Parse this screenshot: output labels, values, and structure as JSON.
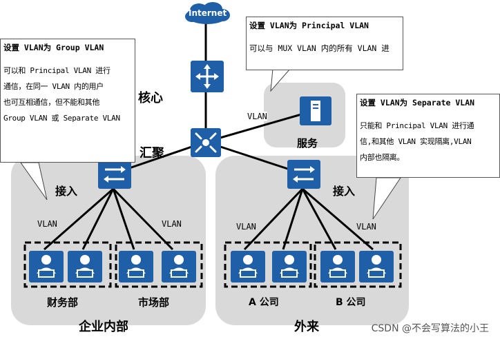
{
  "cloud": {
    "label": "Internet"
  },
  "tiers": {
    "core": "核心",
    "aggregation": "汇聚",
    "access_left": "接入",
    "access_right": "接入"
  },
  "service": {
    "label": "服务",
    "link": "VLAN"
  },
  "vlan_label": "VLAN",
  "groups": {
    "finance": "财务部",
    "market": "市场部",
    "company_a": "A 公司",
    "company_b": "B 公司"
  },
  "regions": {
    "internal": "企业内部",
    "external": "外来"
  },
  "callouts": {
    "principal": {
      "title": "设置 VLAN为 Principal VLAN",
      "body": "可以与 MUX VLAN 内的所有 VLAN 进"
    },
    "group": {
      "title": "设置 VLAN为 Group VLAN",
      "body": "可以和 Principal VLAN 进行\n通信，在同一 VLAN 内的用户\n也可互相通信，但不能和其他\nGroup VLAN 或 Separate VLAN"
    },
    "separate": {
      "title": "设置 VLAN为 Separate VLAN",
      "body": "只能和 Principal VLAN 进行通\n信,和其他 VLAN 实现隔离,VLAN\n内部也隔离。"
    }
  },
  "watermark": "CSDN @不会写算法的小王",
  "colors": {
    "device_blue": "#1f5fa8",
    "region_gray": "#d9d9d9"
  }
}
